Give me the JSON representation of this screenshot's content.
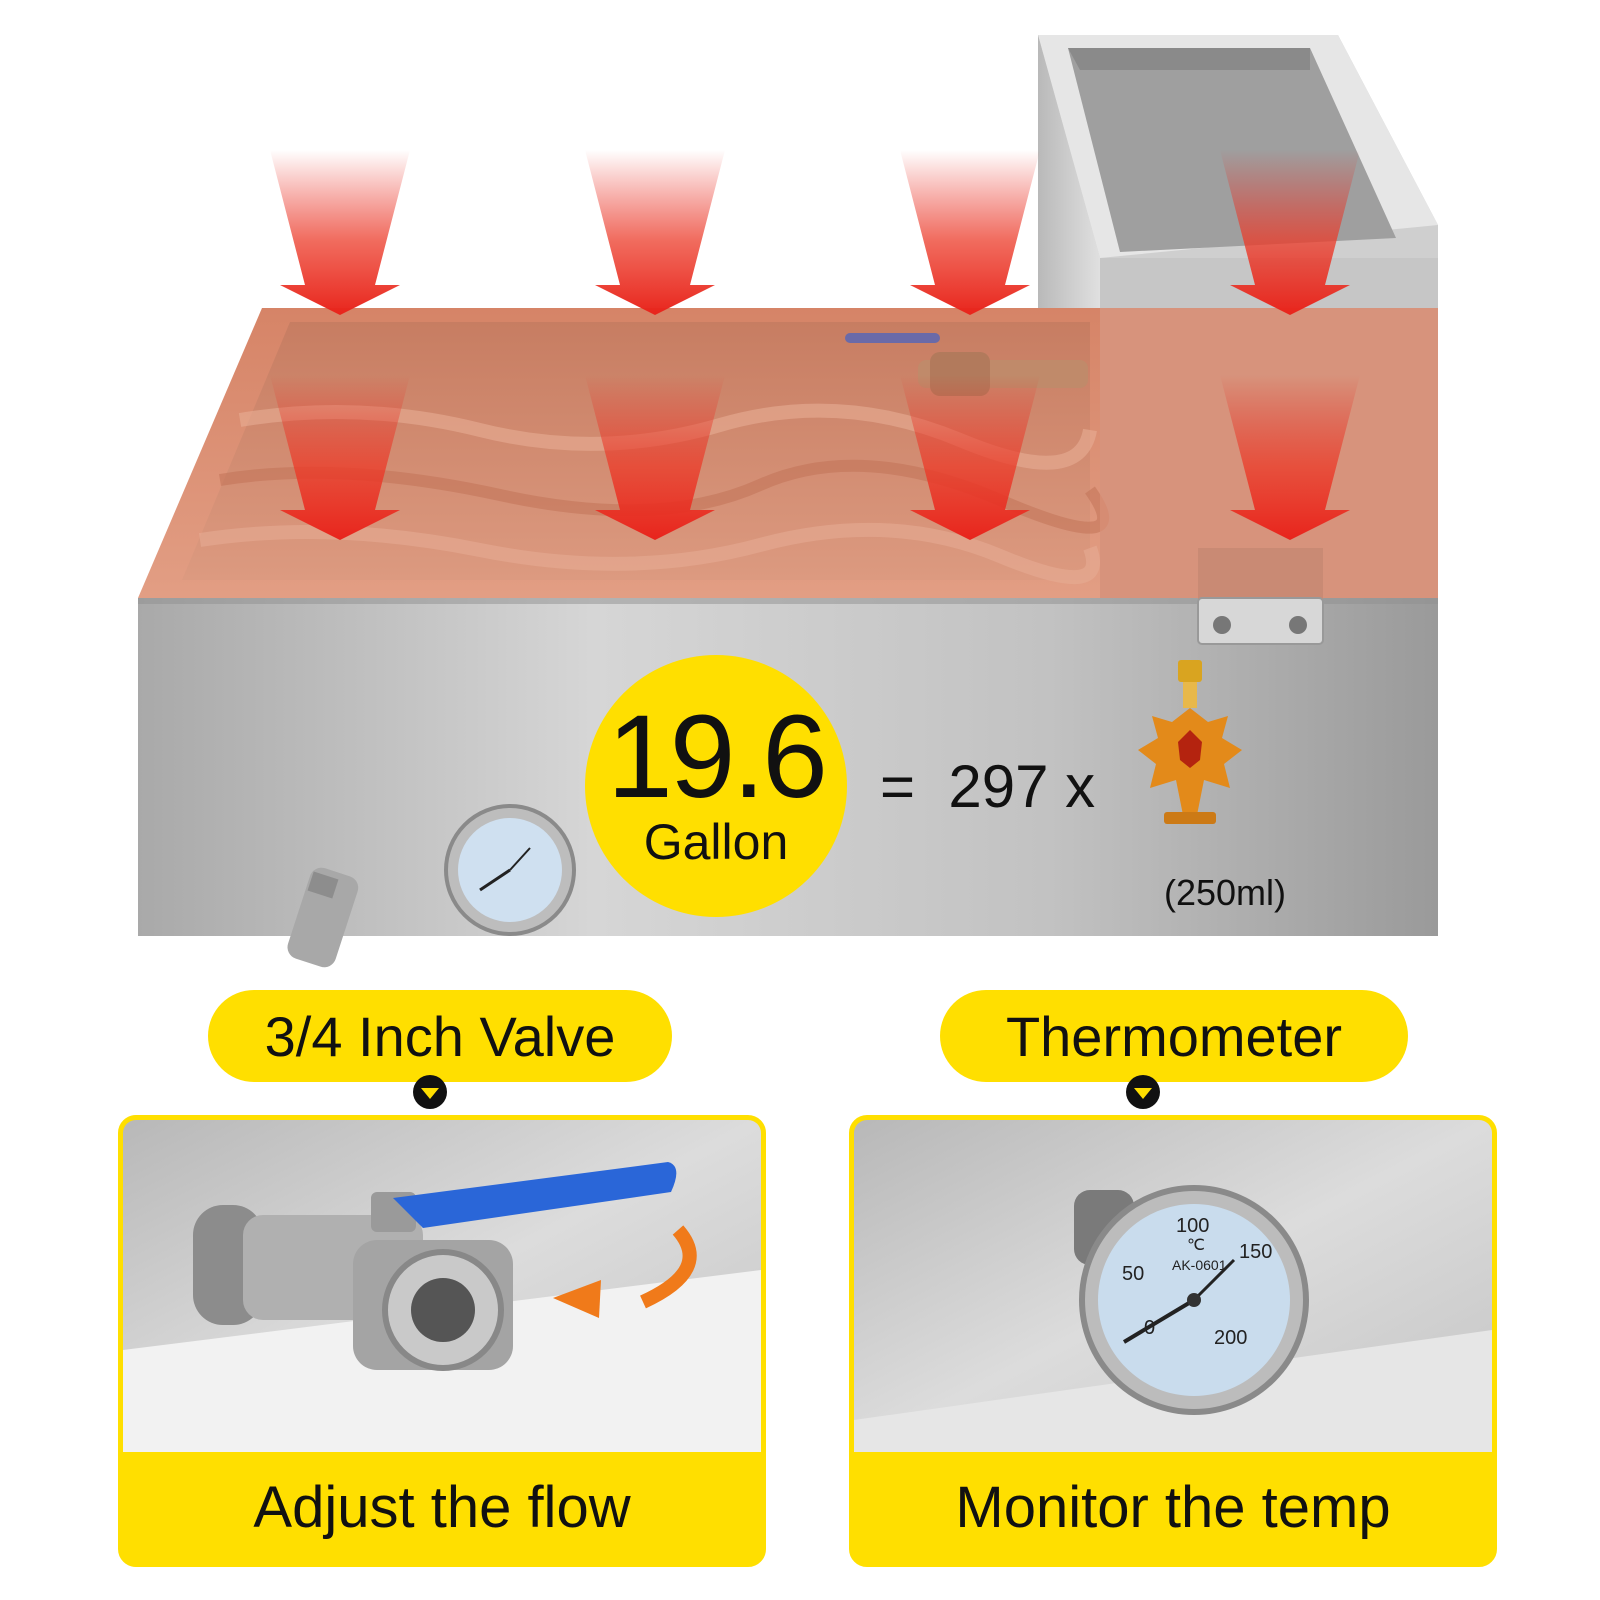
{
  "capacity": {
    "value": "19.6",
    "unit": "Gallon"
  },
  "equivalence": {
    "text": "=  297 x",
    "bottle_size": "(250ml)",
    "bottle_icon": "maple-syrup-bottle-icon"
  },
  "features": [
    {
      "label": "3/4 Inch Valve",
      "caption": "Adjust the flow",
      "icon": "ball-valve-icon"
    },
    {
      "label": "Thermometer",
      "caption": "Monitor the temp",
      "icon": "thermometer-gauge-icon"
    }
  ],
  "thermometer_dial": {
    "scale_labels": [
      "0",
      "50",
      "100",
      "150",
      "200"
    ],
    "unit": "℃",
    "model": "AK-0601"
  },
  "colors": {
    "accent_yellow": "#ffdf00",
    "heat_red": "#e8241c",
    "copper": "#d98a6e",
    "steel": "#c9c9c9",
    "valve_blue": "#2a66d8",
    "arrow_orange": "#f07a1a"
  }
}
